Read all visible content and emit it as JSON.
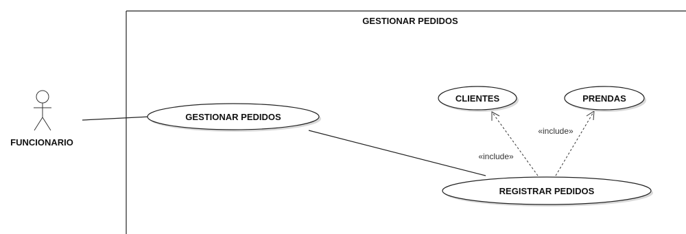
{
  "system": {
    "title": "GESTIONAR PEDIDOS"
  },
  "actor": {
    "name": "FUNCIONARIO"
  },
  "use_cases": {
    "gestionar": "GESTIONAR PEDIDOS",
    "registrar": "REGISTRAR PEDIDOS",
    "clientes": "CLIENTES",
    "prendas": "PRENDAS"
  },
  "relations": {
    "include_clientes": "«include»",
    "include_prendas": "«include»"
  },
  "colors": {
    "stroke": "#222222",
    "shadow": "#d9d9d9",
    "background": "#ffffff"
  }
}
